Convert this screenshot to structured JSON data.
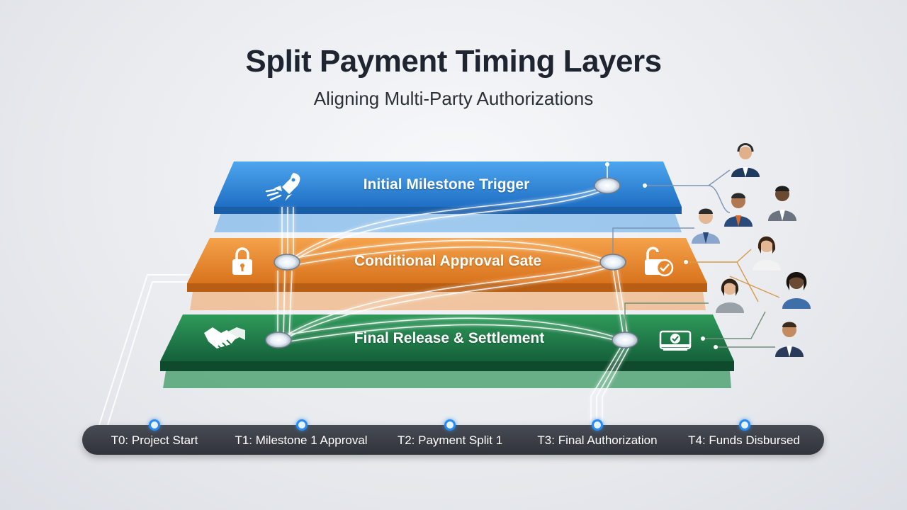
{
  "header": {
    "title": "Split Payment Timing Layers",
    "subtitle": "Aligning Multi-Party Authorizations"
  },
  "layers": [
    {
      "label": "Initial Milestone Trigger",
      "color": "#2f86d8",
      "left_icon": "rocket-icon",
      "right_icon": ""
    },
    {
      "label": "Conditional Approval Gate",
      "color": "#e8862c",
      "left_icon": "padlock-icon",
      "right_icon": "unlocked-check-icon"
    },
    {
      "label": "Final Release & Settlement",
      "color": "#1f7a44",
      "left_icon": "handshake-icon",
      "right_icon": "cash-check-icon"
    }
  ],
  "timeline": {
    "points": [
      {
        "label": "T0: Project Start"
      },
      {
        "label": "T1: Milestone 1 Approval"
      },
      {
        "label": "T2: Payment Split 1"
      },
      {
        "label": "T3: Final Authorization"
      },
      {
        "label": "T4: Funds Disbursed"
      }
    ]
  },
  "parties": [
    "person-icon",
    "person-icon",
    "person-icon",
    "person-icon",
    "person-icon",
    "person-icon",
    "person-icon",
    "person-icon"
  ]
}
